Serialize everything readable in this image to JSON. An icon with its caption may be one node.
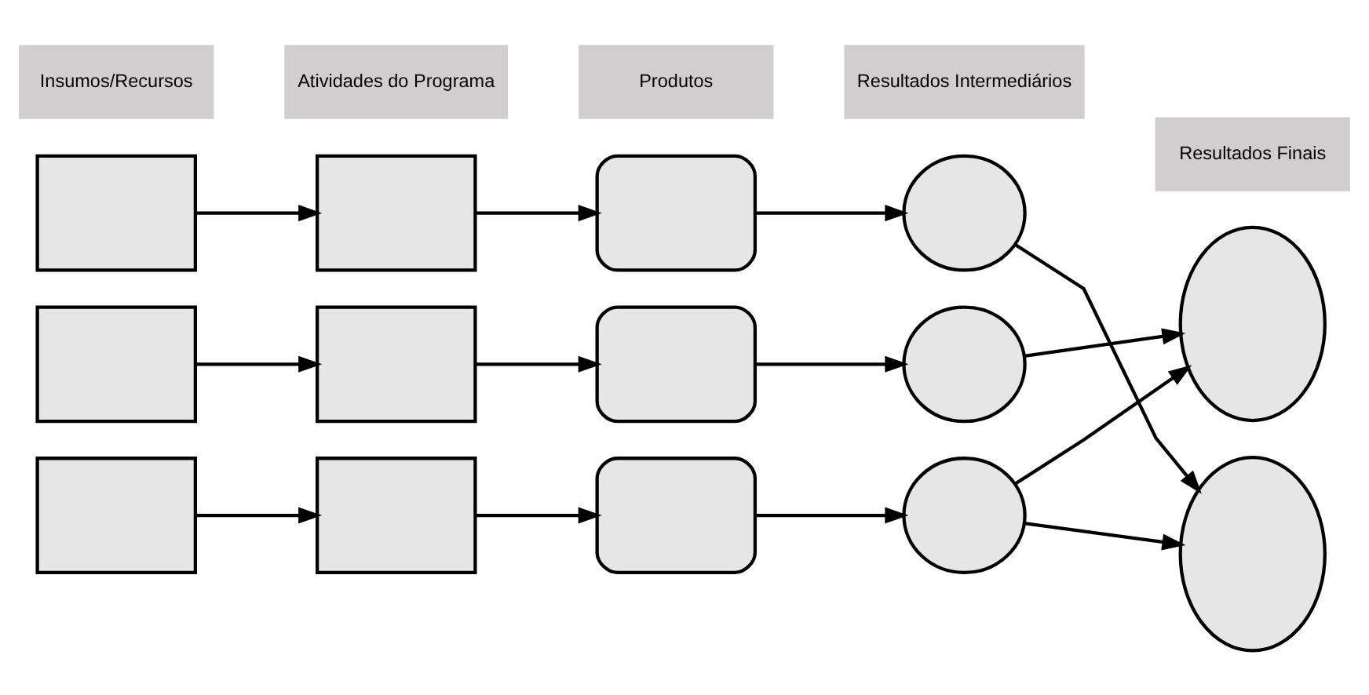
{
  "diagram": {
    "nodes": [
      {
        "text": [
          "Insumos/Recursos"
        ]
      },
      {
        "text": [
          "Atividades do Programa"
        ]
      },
      {
        "text": [
          "Produtos"
        ]
      },
      {
        "text": [
          "Resultados Intermediários"
        ]
      },
      {
        "text": [
          "Resultados Finais"
        ]
      },
      {
        "text": [],
        "shape": "box"
      },
      {
        "text": [],
        "shape": "box"
      },
      {
        "text": [],
        "shape": "rounded"
      },
      {
        "text": [],
        "shape": "circle"
      },
      {
        "text": [],
        "shape": "ellipse"
      },
      {
        "text": [],
        "shape": "box"
      },
      {
        "text": [],
        "shape": "box"
      },
      {
        "text": [],
        "shape": "rounded"
      },
      {
        "text": [],
        "shape": "circle"
      },
      {
        "text": [],
        "shape": "ellipse"
      },
      {
        "text": [],
        "shape": "box"
      },
      {
        "text": [],
        "shape": "box"
      },
      {
        "text": [],
        "shape": "rounded"
      },
      {
        "text": [],
        "shape": "circle"
      }
    ],
    "edges": [
      {
        "from": 5,
        "to": 6,
        "arrow": "to"
      },
      {
        "from": 6,
        "to": 7,
        "arrow": "to"
      },
      {
        "from": 7,
        "to": 8,
        "arrow": "to"
      },
      {
        "from": 10,
        "to": 11,
        "arrow": "to"
      },
      {
        "from": 11,
        "to": 12,
        "arrow": "to"
      },
      {
        "from": 12,
        "to": 13,
        "arrow": "to"
      },
      {
        "from": 15,
        "to": 16,
        "arrow": "to"
      },
      {
        "from": 16,
        "to": 17,
        "arrow": "to"
      },
      {
        "from": 17,
        "to": 18,
        "arrow": "to"
      },
      {
        "from": 8,
        "to": 14,
        "arrow": "to"
      },
      {
        "from": 13,
        "to": 9,
        "arrow": "to"
      },
      {
        "from": 18,
        "to": 14,
        "arrow": "to"
      },
      {
        "from": 18,
        "to": 9,
        "arrow": "to"
      }
    ]
  }
}
